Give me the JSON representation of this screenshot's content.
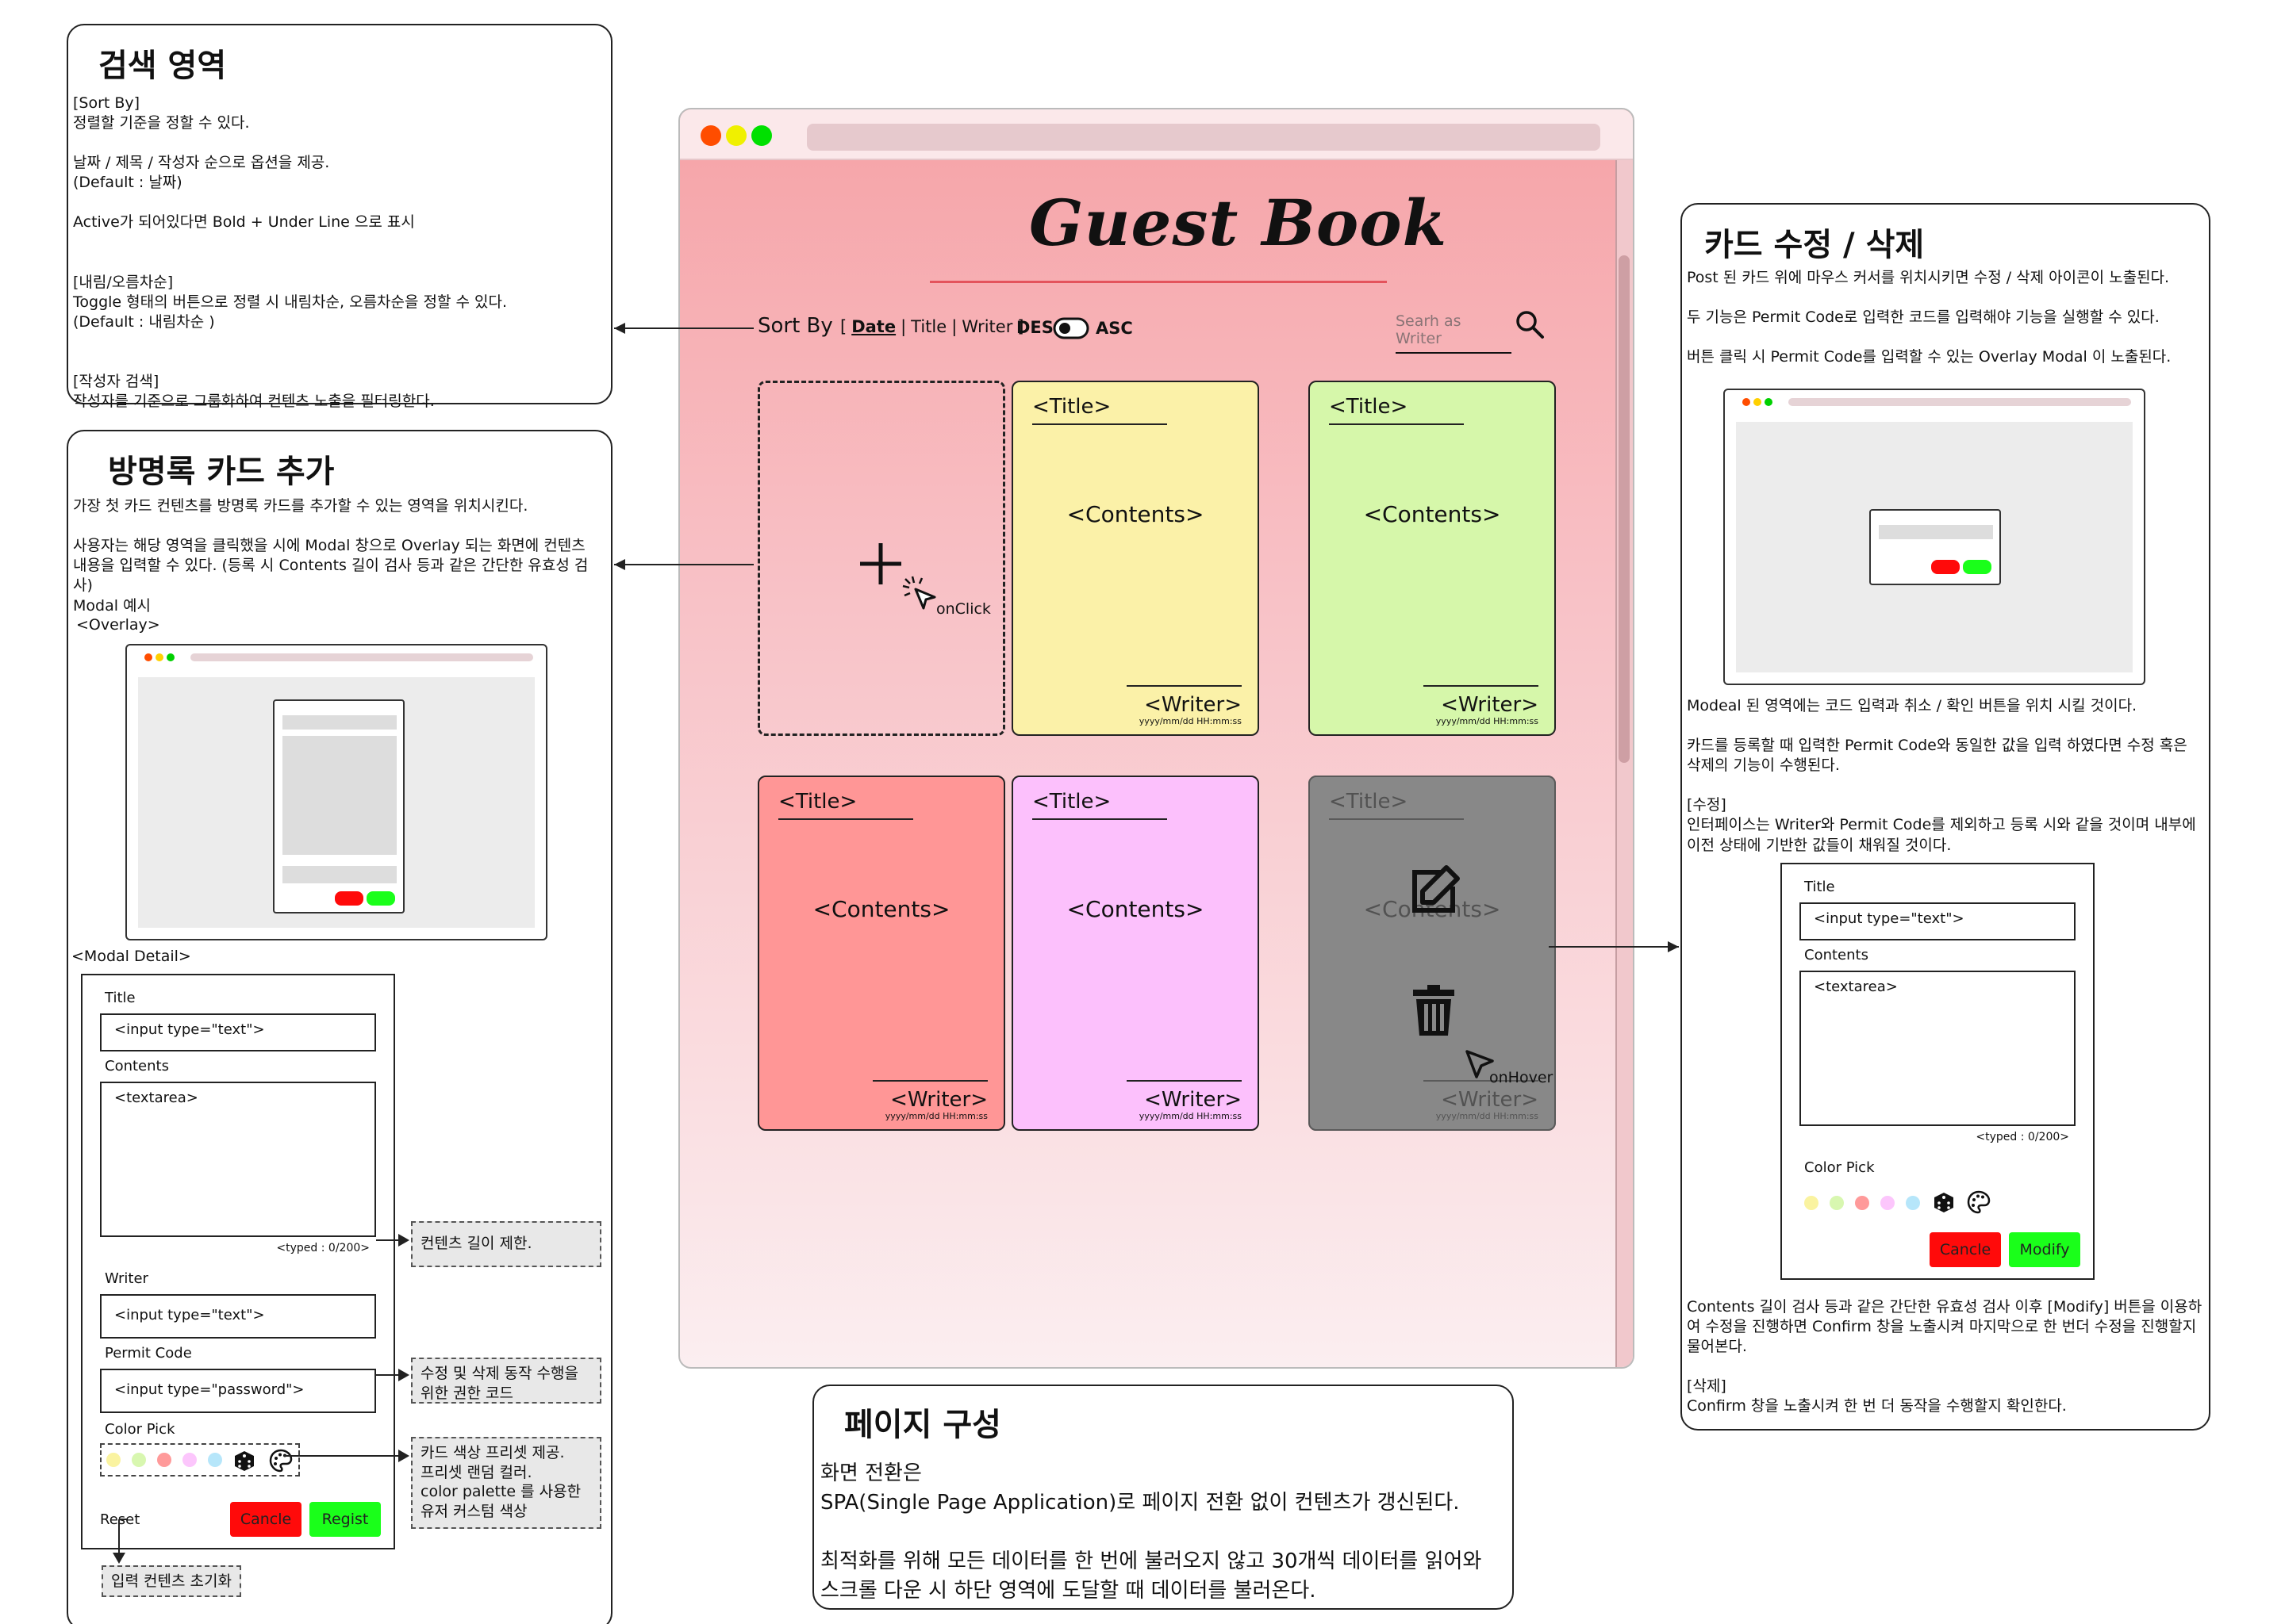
{
  "search_panel": {
    "title": "검색 영역",
    "text": "[Sort By]\n정렬할 기준을 정할 수 있다.\n\n날짜 / 제목 / 작성자 순으로 옵션을 제공.\n(Default : 날짜)\n\nActive가 되어있다면 Bold + Under Line 으로 표시\n\n\n[내림/오름차순]\nToggle 형태의 버튼으로 정렬 시 내림차순, 오름차순을 정할 수 있다.\n(Default : 내림차순 )\n\n\n[작성자 검색]\n작성자를 기준으로 그룹화하여 컨텐츠 노출을 필터링한다."
  },
  "add_panel": {
    "title": "방명록 카드 추가",
    "text": "가장 첫 카드 컨텐츠를 방명록 카드를 추가할 수 있는 영역을 위치시킨다.\n\n사용자는 해당 영역을 클릭했을 시에 Modal 창으로 Overlay 되는 화면에 컨텐츠 내용을 입력할 수 있다. (등록 시 Contents 길이 검사 등과 같은 간단한 유효성 검사)",
    "modal_example": "Modal 예시",
    "overlay": "<Overlay>",
    "modal_detail": "<Modal Detail>",
    "form": {
      "title_label": "Title",
      "title_input": "<input type=\"text\">",
      "contents_label": "Contents",
      "textarea": "<textarea>",
      "typed": "<typed : 0/200>",
      "writer_label": "Writer",
      "writer_input": "<input type=\"text\">",
      "permit_label": "Permit Code",
      "permit_input": "<input type=\"password\">",
      "color_label": "Color Pick",
      "reset": "Reset",
      "cancel": "Cancle",
      "regist": "Regist"
    },
    "notes": {
      "length": "컨텐츠 길이 제한.",
      "permit": "수정 및 삭제 동작 수행을\n위한 권한 코드",
      "color": "카드 색상 프리셋 제공.\n프리셋 랜덤 컬러.\ncolor palette 를 사용한\n유저 커스텀 색상",
      "reset": "입력 컨텐츠 초기화"
    }
  },
  "edit_panel": {
    "title": "카드 수정 / 삭제",
    "text1": "Post 된 카드 위에 마우스 커서를 위치시키면 수정 / 삭제 아이콘이 노출된다.\n\n두 기능은 Permit Code로 입력한 코드를 입력해야 기능을 실행할 수 있다.\n\n버튼 클릭 시 Permit Code를 입력할 수 있는 Overlay Modal 이 노출된다.",
    "text2": "Modeal 된 영역에는 코드 입력과 취소 / 확인 버튼을 위치 시킬 것이다.\n\n카드를 등록할 때 입력한 Permit Code와 동일한 값을 입력 하였다면 수정 혹은 삭제의 기능이 수행된다.\n\n[수정]\n인터페이스는 Writer와 Permit Code를 제외하고 등록 시와 같을 것이며 내부에 이전 상태에 기반한 값들이 채워질 것이다.",
    "form": {
      "title_label": "Title",
      "title_input": "<input type=\"text\">",
      "contents_label": "Contents",
      "textarea": "<textarea>",
      "typed": "<typed : 0/200>",
      "color_label": "Color Pick",
      "cancel": "Cancle",
      "modify": "Modify"
    },
    "text3": "Contents 길이 검사 등과 같은 간단한 유효성 검사 이후 [Modify] 버튼을 이용하여 수정을 진행하면 Confirm 창을 노출시켜 마지막으로 한 번더 수정을 진행할지 물어본다.\n\n[삭제]\nConfirm 창을 노출시켜 한 번 더 동작을 수행할지 확인한다."
  },
  "page_panel": {
    "title": "페이지 구성",
    "text": "화면 전환은\nSPA(Single Page Application)로 페이지 전환 없이 컨텐츠가 갱신된다.\n\n최적화를 위해 모든 데이터를 한 번에 불러오지 않고 30개씩 데이터를 읽어와\n스크롤 다운 시 하단 영역에 도달할 때 데이터를 불러온다."
  },
  "guestbook": {
    "title": "Guest Book",
    "sort_by": "Sort By",
    "sort_open": "[",
    "sort_date": "Date",
    "sort_sep1": "|",
    "sort_title": "Title",
    "sort_sep2": "|",
    "sort_writer": "Writer",
    "sort_close": "]",
    "des": "DES",
    "asc": "ASC",
    "search_placeholder": "Searh as Writer",
    "on_click": "onClick",
    "on_hover": "onHover",
    "cards": [
      {
        "title": "<Title>",
        "contents": "<Contents>",
        "writer": "<Writer>",
        "date": "yyyy/mm/dd HH:mm:ss",
        "color": "#fbf1a8"
      },
      {
        "title": "<Title>",
        "contents": "<Contents>",
        "writer": "<Writer>",
        "date": "yyyy/mm/dd HH:mm:ss",
        "color": "#d6f7aa"
      },
      {
        "title": "<Title>",
        "contents": "<Contents>",
        "writer": "<Writer>",
        "date": "yyyy/mm/dd HH:mm:ss",
        "color": "#ff9696"
      },
      {
        "title": "<Title>",
        "contents": "<Contents>",
        "writer": "<Writer>",
        "date": "yyyy/mm/dd HH:mm:ss",
        "color": "#fcc0fc"
      },
      {
        "title": "<Title>",
        "contents": "<Contents>",
        "writer": "<Writer>",
        "date": "yyyy/mm/dd HH:mm:ss",
        "color": "#888888"
      }
    ]
  },
  "colors": {
    "swatches": [
      "#faf3a0",
      "#d8f7b0",
      "#ff9a9a",
      "#fcc6fc",
      "#b6e6fa"
    ],
    "accent_line": "#e4535c",
    "cancel": "#ff0a0a",
    "confirm": "#1aff1a"
  },
  "icons": [
    "dice-icon",
    "palette-icon",
    "edit-icon",
    "trash-icon",
    "cursor-icon",
    "plus-icon",
    "search-icon",
    "toggle-icon"
  ]
}
